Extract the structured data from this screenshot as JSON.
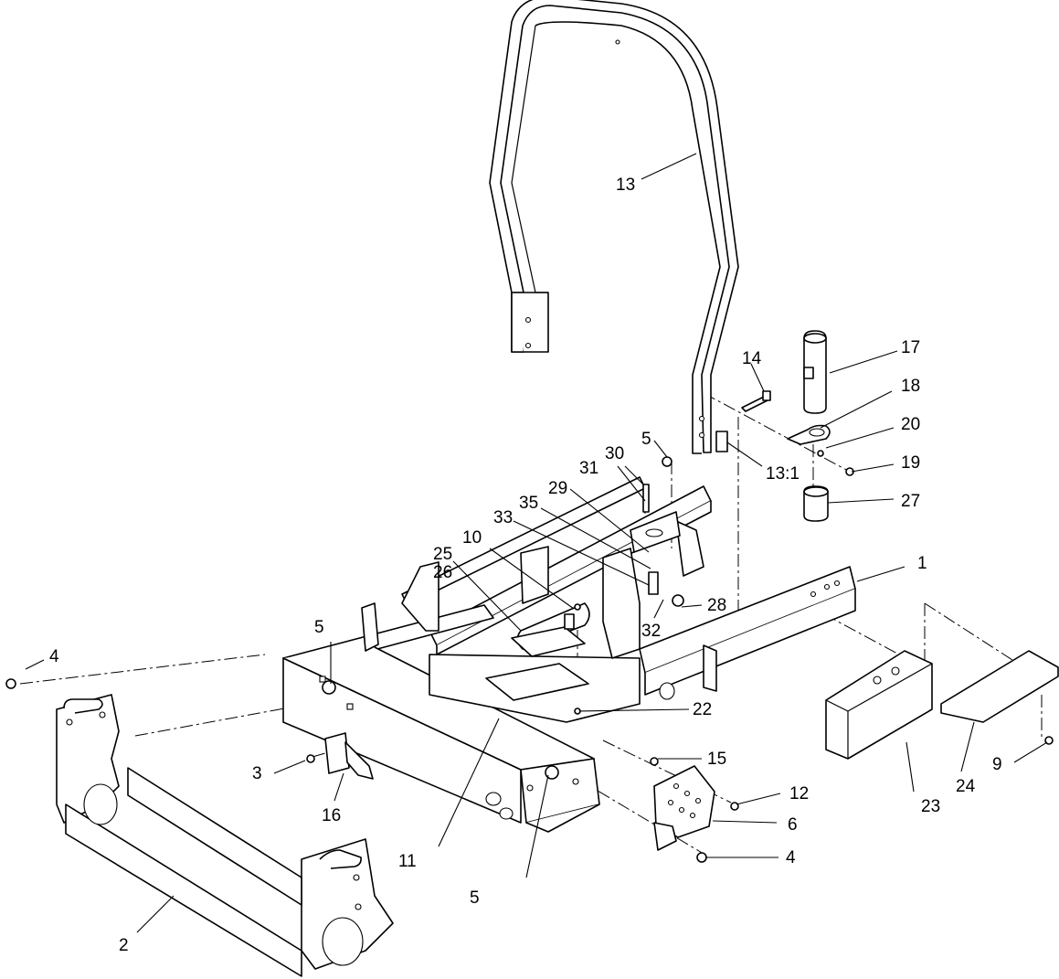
{
  "callouts": [
    {
      "id": "c1",
      "text": "1"
    },
    {
      "id": "c2",
      "text": "2"
    },
    {
      "id": "c3",
      "text": "3"
    },
    {
      "id": "c4a",
      "text": "4"
    },
    {
      "id": "c4b",
      "text": "4"
    },
    {
      "id": "c5a",
      "text": "5"
    },
    {
      "id": "c5b",
      "text": "5"
    },
    {
      "id": "c5c",
      "text": "5"
    },
    {
      "id": "c6",
      "text": "6"
    },
    {
      "id": "c9",
      "text": "9"
    },
    {
      "id": "c10",
      "text": "10"
    },
    {
      "id": "c11",
      "text": "11"
    },
    {
      "id": "c12",
      "text": "12"
    },
    {
      "id": "c13",
      "text": "13"
    },
    {
      "id": "c13_1",
      "text": "13:1"
    },
    {
      "id": "c14",
      "text": "14"
    },
    {
      "id": "c15",
      "text": "15"
    },
    {
      "id": "c16",
      "text": "16"
    },
    {
      "id": "c17",
      "text": "17"
    },
    {
      "id": "c18",
      "text": "18"
    },
    {
      "id": "c19",
      "text": "19"
    },
    {
      "id": "c20",
      "text": "20"
    },
    {
      "id": "c22",
      "text": "22"
    },
    {
      "id": "c23",
      "text": "23"
    },
    {
      "id": "c24",
      "text": "24"
    },
    {
      "id": "c25",
      "text": "25"
    },
    {
      "id": "c26",
      "text": "26"
    },
    {
      "id": "c27",
      "text": "27"
    },
    {
      "id": "c28",
      "text": "28"
    },
    {
      "id": "c29",
      "text": "29"
    },
    {
      "id": "c30",
      "text": "30"
    },
    {
      "id": "c31",
      "text": "31"
    },
    {
      "id": "c32",
      "text": "32"
    },
    {
      "id": "c33",
      "text": "33"
    },
    {
      "id": "c35",
      "text": "35"
    }
  ]
}
